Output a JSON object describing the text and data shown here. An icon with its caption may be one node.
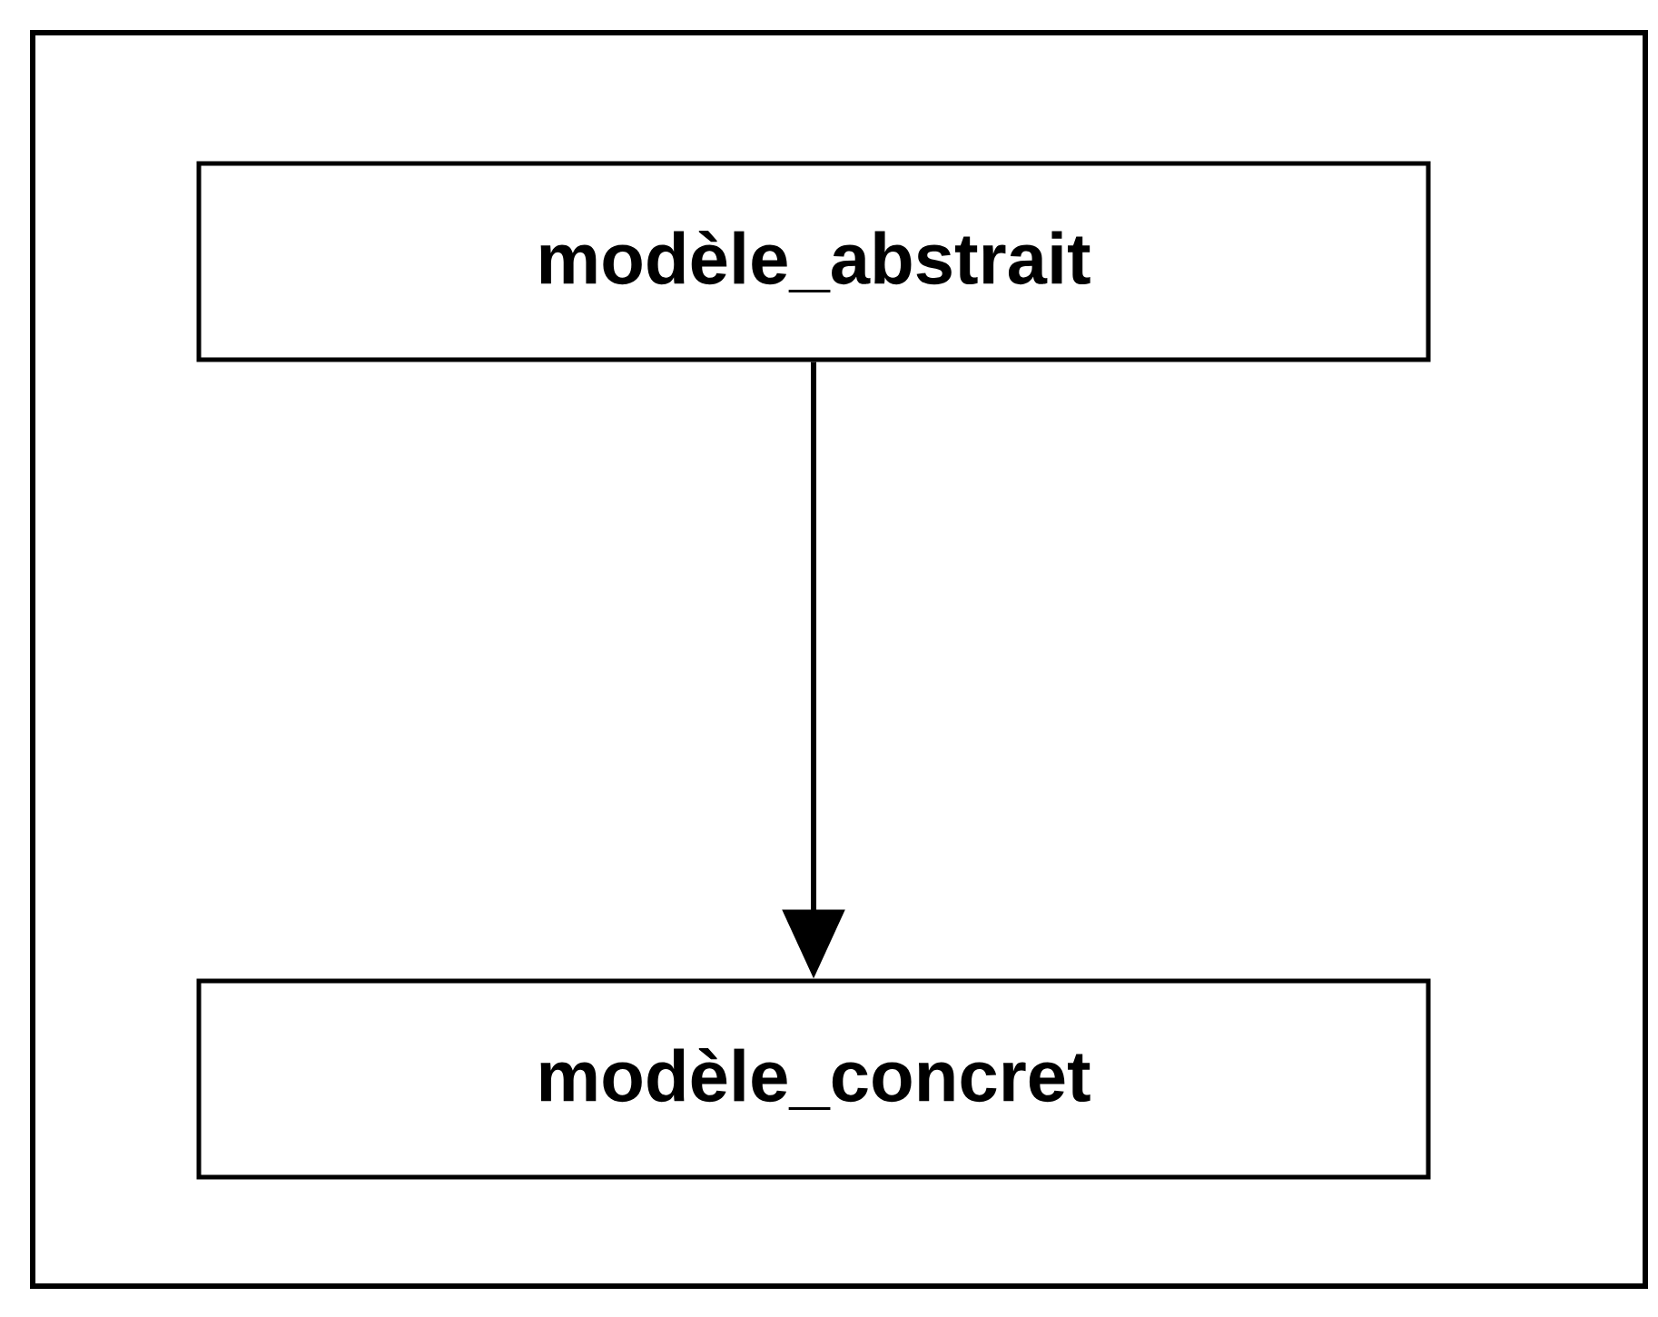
{
  "diagram": {
    "nodes": [
      {
        "text": [
          "modèle_abstrait"
        ]
      },
      {
        "text": [
          "modèle_concret"
        ]
      }
    ],
    "edges": [
      {
        "from": 0,
        "to": 1,
        "arrow": "to"
      }
    ]
  }
}
